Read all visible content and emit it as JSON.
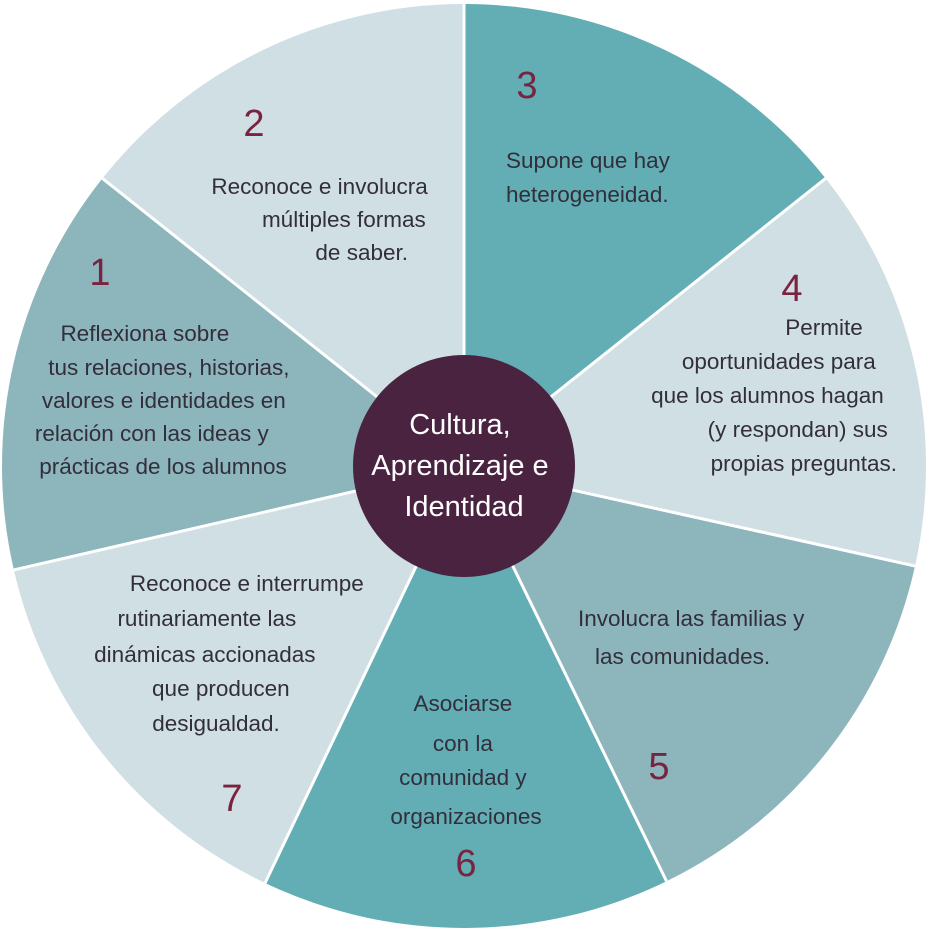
{
  "colors": {
    "text": "#332e3c",
    "number": "#7a2340",
    "center_fill": "#4a2340",
    "center_text": "#ffffff",
    "divider": "#ffffff"
  },
  "center": {
    "lines": [
      "Cultura,",
      "Aprendizaje e",
      "Identidad"
    ]
  },
  "segments": [
    {
      "number": "1",
      "color": "#8db5bc",
      "lines": [
        "Reflexiona sobre",
        "tus relaciones, historias,",
        "valores e identidades en",
        "relación con las ideas y",
        "prácticas de los alumnos"
      ]
    },
    {
      "number": "2",
      "color": "#cfdfe4",
      "lines": [
        "Reconoce e involucra",
        "múltiples formas",
        "de saber."
      ]
    },
    {
      "number": "3",
      "color": "#62aeb4",
      "lines": [
        "Supone que hay",
        "heterogeneidad."
      ]
    },
    {
      "number": "4",
      "color": "#cfdfe4",
      "lines": [
        "Permite",
        "oportunidades para",
        "que los alumnos hagan",
        "(y respondan) sus",
        "propias preguntas."
      ]
    },
    {
      "number": "5",
      "color": "#8db5bc",
      "lines": [
        "Involucra las familias y",
        "las comunidades."
      ]
    },
    {
      "number": "6",
      "color": "#62aeb4",
      "lines": [
        "Asociarse",
        "con la",
        "comunidad y",
        "organizaciones"
      ]
    },
    {
      "number": "7",
      "color": "#cfdfe4",
      "lines": [
        "Reconoce e interrumpe",
        "rutinariamente las",
        "dinámicas accionadas",
        "que producen",
        "desigualdad."
      ]
    }
  ]
}
